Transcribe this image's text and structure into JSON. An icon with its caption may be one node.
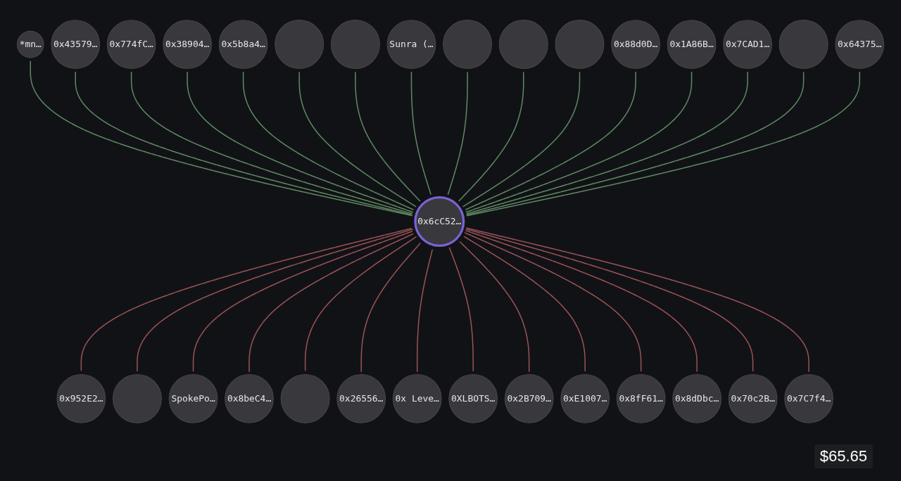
{
  "diagram": {
    "nodes": [
      {
        "text": [
          "*mn…"
        ]
      },
      {
        "text": [
          "0x952E2…"
        ]
      },
      {
        "text": [
          "0x43579…"
        ]
      },
      {
        "text": [],
        "shape": "circle"
      },
      {
        "text": [
          "0x774fC…"
        ]
      },
      {
        "text": [
          "SpokePo…"
        ]
      },
      {
        "text": [
          "0x38904…"
        ]
      },
      {
        "text": [
          "0x8beC4…"
        ]
      },
      {
        "text": [
          "0x5b8a4…"
        ]
      },
      {
        "text": [],
        "shape": "circle"
      },
      {
        "text": [],
        "shape": "circle"
      },
      {
        "text": [],
        "shape": "circle"
      },
      {
        "text": [
          "0x26556…"
        ]
      },
      {
        "text": [
          "0x Leve…"
        ]
      },
      {
        "text": [
          "Sunra (…"
        ]
      },
      {
        "text": [],
        "shape": "circle"
      },
      {
        "text": [
          "0x6cC52…"
        ]
      },
      {
        "text": [
          "0XLBOTS…"
        ]
      },
      {
        "text": [],
        "shape": "circle"
      },
      {
        "text": [
          "0x2B709…"
        ]
      },
      {
        "text": [],
        "shape": "circle"
      },
      {
        "text": [
          "0xE1007…"
        ]
      },
      {
        "text": [
          "0x8fF61…"
        ]
      },
      {
        "text": [
          "0x88d0D…"
        ]
      },
      {
        "text": [
          "0x1A86B…"
        ]
      },
      {
        "text": [
          "0x7CAD1…"
        ]
      },
      {
        "text": [
          "0x8dDbc…"
        ]
      },
      {
        "text": [],
        "shape": "circle"
      },
      {
        "text": [
          "0x70c2B…"
        ]
      },
      {
        "text": [
          "0x64375…"
        ]
      },
      {
        "text": [
          "0x7C7f4…"
        ]
      }
    ],
    "edges": [
      {
        "from": 0,
        "to": 16,
        "arrow": "none"
      },
      {
        "from": 16,
        "to": 1,
        "arrow": "none",
        "color": "#9a5356"
      },
      {
        "from": 2,
        "to": 16,
        "arrow": "none"
      },
      {
        "from": 16,
        "to": 3,
        "arrow": "none",
        "color": "#9a5356"
      },
      {
        "from": 4,
        "to": 16,
        "arrow": "none"
      },
      {
        "from": 16,
        "to": 5,
        "arrow": "none",
        "color": "#9a5356"
      },
      {
        "from": 6,
        "to": 16,
        "arrow": "none"
      },
      {
        "from": 16,
        "to": 7,
        "arrow": "none",
        "color": "#9a5356"
      },
      {
        "from": 8,
        "to": 16,
        "arrow": "none"
      },
      {
        "from": 9,
        "to": 16,
        "arrow": "none"
      },
      {
        "from": 16,
        "to": 10,
        "arrow": "none",
        "color": "#9a5356"
      },
      {
        "from": 11,
        "to": 16,
        "arrow": "none"
      },
      {
        "from": 16,
        "to": 12,
        "arrow": "none",
        "color": "#9a5356"
      },
      {
        "from": 16,
        "to": 13,
        "arrow": "none",
        "color": "#9a5356"
      },
      {
        "from": 14,
        "to": 16,
        "arrow": "none"
      },
      {
        "from": 15,
        "to": 16,
        "arrow": "none"
      },
      {
        "from": 16,
        "to": 17,
        "arrow": "none",
        "color": "#9a5356"
      },
      {
        "from": 18,
        "to": 16,
        "arrow": "none"
      },
      {
        "from": 16,
        "to": 19,
        "arrow": "none",
        "color": "#9a5356"
      },
      {
        "from": 20,
        "to": 16,
        "arrow": "none"
      },
      {
        "from": 16,
        "to": 21,
        "arrow": "none",
        "color": "#9a5356"
      },
      {
        "from": 16,
        "to": 22,
        "arrow": "none",
        "color": "#9a5356"
      },
      {
        "from": 23,
        "to": 16,
        "arrow": "none"
      },
      {
        "from": 24,
        "to": 16,
        "arrow": "none"
      },
      {
        "from": 25,
        "to": 16,
        "arrow": "none"
      },
      {
        "from": 16,
        "to": 26,
        "arrow": "none",
        "color": "#9a5356"
      },
      {
        "from": 27,
        "to": 16,
        "arrow": "none"
      },
      {
        "from": 16,
        "to": 28,
        "arrow": "none",
        "color": "#9a5356"
      },
      {
        "from": 29,
        "to": 16,
        "arrow": "none"
      },
      {
        "from": 16,
        "to": 30,
        "arrow": "none",
        "color": "#9a5356"
      }
    ],
    "labels": [
      "$65.65"
    ]
  }
}
